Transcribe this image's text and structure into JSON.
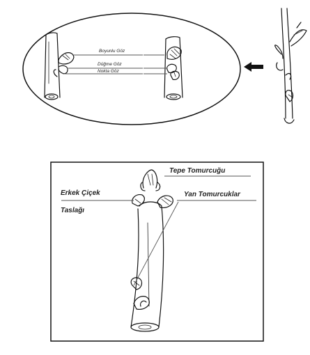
{
  "top_panel": {
    "labels": {
      "bayunlu_goz": "Boyunlu Göz",
      "dugme_goz": "Düğme Göz",
      "nokta_goz": "Nokta Göz"
    }
  },
  "bottom_panel": {
    "labels": {
      "tepe_tomurcugu": "Tepe Tomurcuğu",
      "erkek_cicek": "Erkek Çiçek",
      "taslagi": "Taslağı",
      "yan_tomurcuklar": "Yan Tomurcuklar"
    }
  },
  "icons": {
    "arrow": "left-arrow-icon"
  }
}
